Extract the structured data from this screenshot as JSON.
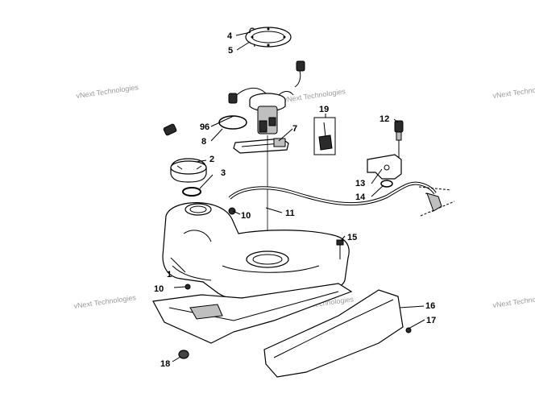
{
  "watermark": {
    "text": "vNext Technologies"
  },
  "callouts": [
    {
      "label": "1"
    },
    {
      "label": "2"
    },
    {
      "label": "3"
    },
    {
      "label": "4"
    },
    {
      "label": "5"
    },
    {
      "label": "6"
    },
    {
      "label": "7"
    },
    {
      "label": "8"
    },
    {
      "label": "9"
    },
    {
      "label": "10"
    },
    {
      "label": "10"
    },
    {
      "label": "11"
    },
    {
      "label": "12"
    },
    {
      "label": "13"
    },
    {
      "label": "14"
    },
    {
      "label": "15"
    },
    {
      "label": "16"
    },
    {
      "label": "17"
    },
    {
      "label": "18"
    },
    {
      "label": "19"
    }
  ]
}
